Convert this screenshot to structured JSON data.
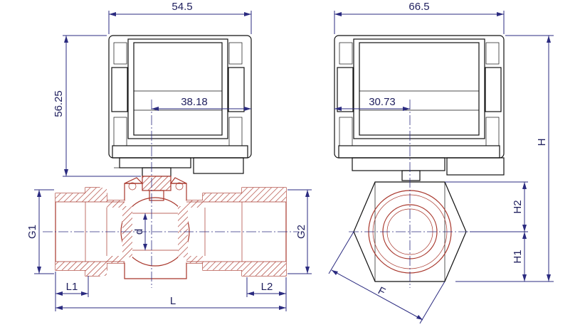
{
  "front_view": {
    "width_label": "54.5",
    "height_label": "56.25",
    "offset_label": "38.18",
    "g1_label": "G1",
    "g2_label": "G2",
    "d_label": "d",
    "l_label": "L",
    "l1_label": "L1",
    "l2_label": "L2"
  },
  "side_view": {
    "width_label": "66.5",
    "offset_label": "30.73",
    "h_label": "H",
    "h1_label": "H1",
    "h2_label": "H2",
    "f_label": "F"
  },
  "colors": {
    "outline": "#111111",
    "dimension": "#2b2b80",
    "body_section": "#a8362b"
  }
}
